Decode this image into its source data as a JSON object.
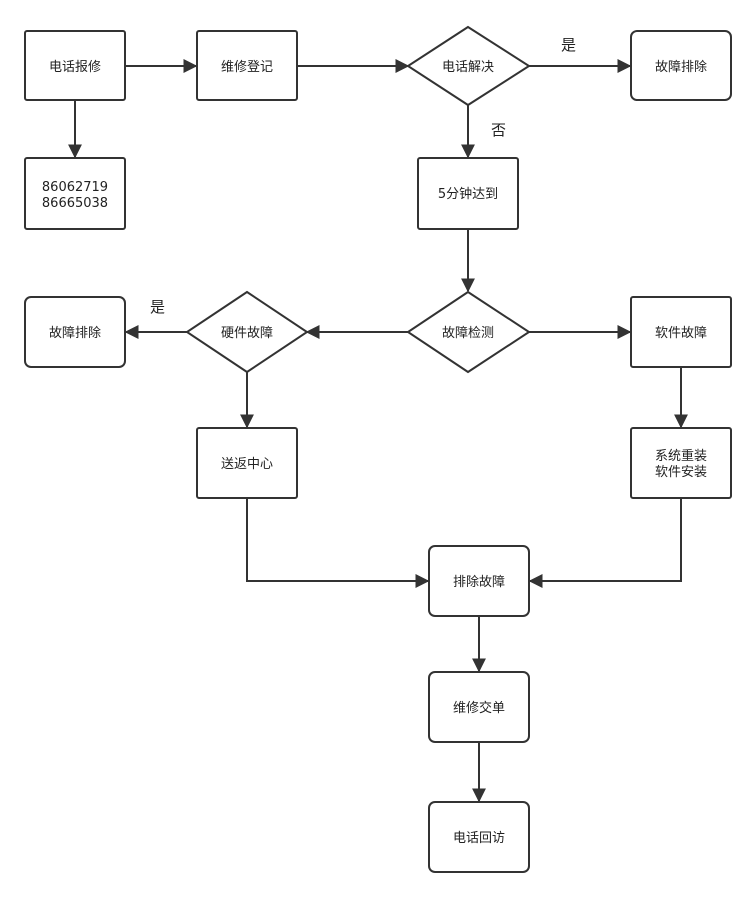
{
  "nodes": {
    "phone_report": "电话报修",
    "repair_register": "维修登记",
    "phone_resolve": "电话解决",
    "fault_clear_top": "故障排除",
    "phone_numbers": [
      "86062719",
      "86665038"
    ],
    "arrive_5min": "5分钟达到",
    "fault_detect": "故障检测",
    "hardware_fault": "硬件故障",
    "fault_clear_left": "故障排除",
    "software_fault": "软件故障",
    "send_center": "送返中心",
    "system_reinstall": [
      "系统重装",
      "软件安装"
    ],
    "clear_fault": "排除故障",
    "repair_order": "维修交单",
    "phone_followup": "电话回访"
  },
  "edge_labels": {
    "yes_top": "是",
    "no_top": "否",
    "yes_left": "是"
  }
}
